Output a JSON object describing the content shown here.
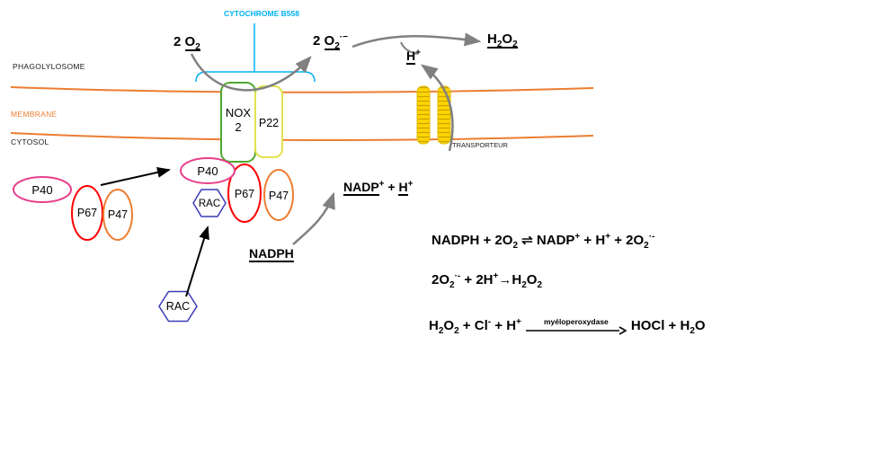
{
  "labels": {
    "cytochrome": "CYTOCHROME B558",
    "phagolysosome": "PHAGOLYLOSOME",
    "membrane": "MEMBRANE",
    "cytosol": "CYTOSOL",
    "transporteur": "TRANSPORTEUR",
    "nox2_line1": "NOX",
    "nox2_line2": "2",
    "p22": "P22",
    "p40_free": "P40",
    "p67_free": "P67",
    "p47_free": "P47",
    "p40_asm": "P40",
    "p67_asm": "P67",
    "p47_asm": "P47",
    "rac_asm": "RAC",
    "rac_free": "RAC",
    "enzyme": "myéloperoxydase"
  },
  "colors": {
    "cyan": "#00B0F0",
    "orange": "#ED7D31",
    "green": "#4EA72E",
    "yellow_outline": "#E3E34D",
    "gold": "#FFD600",
    "gold_dark": "#C9A400",
    "pink": "#E83E8C",
    "red": "#FF0000",
    "rac_blue": "#3A3AB8",
    "gray": "#808080",
    "black": "#000000"
  },
  "formulas": {
    "o2_in": [
      {
        "parts": [
          {
            "v": "2 "
          }
        ]
      },
      {
        "u": 1,
        "parts": [
          {
            "v": "O"
          },
          {
            "v": "2",
            "s": "sub"
          }
        ]
      }
    ],
    "superoxide_top": [
      {
        "parts": [
          {
            "v": "2 "
          }
        ]
      },
      {
        "u": 1,
        "parts": [
          {
            "v": "O"
          },
          {
            "v": "2",
            "s": "sub"
          }
        ]
      },
      {
        "parts": [
          {
            "v": "·−",
            "s": "sup"
          }
        ]
      }
    ],
    "h_plus_top": [
      {
        "u": 1,
        "parts": [
          {
            "v": "H"
          }
        ]
      },
      {
        "parts": [
          {
            "v": "+",
            "s": "sup"
          }
        ]
      }
    ],
    "h2o2_top": [
      {
        "u": 1,
        "parts": [
          {
            "v": "H"
          },
          {
            "v": "2",
            "s": "sub"
          },
          {
            "v": "O"
          },
          {
            "v": "2",
            "s": "sub"
          }
        ]
      }
    ],
    "nadp_h": [
      {
        "u": 1,
        "parts": [
          {
            "v": "NADP"
          }
        ]
      },
      {
        "parts": [
          {
            "v": "+",
            "s": "sup"
          },
          {
            "v": " + "
          }
        ]
      },
      {
        "u": 1,
        "parts": [
          {
            "v": "H"
          }
        ]
      },
      {
        "parts": [
          {
            "v": "+",
            "s": "sup"
          }
        ]
      }
    ],
    "nadph": [
      {
        "u": 1,
        "parts": [
          {
            "v": "NADPH"
          }
        ]
      }
    ],
    "eq1": [
      {
        "parts": [
          {
            "v": "NADPH + 2O"
          },
          {
            "v": "2",
            "s": "sub"
          },
          {
            "v": " ⇌ NADP"
          },
          {
            "v": "+",
            "s": "sup"
          },
          {
            "v": " + H"
          },
          {
            "v": "+",
            "s": "sup"
          },
          {
            "v": " + 2O"
          },
          {
            "v": "2",
            "s": "sub"
          },
          {
            "v": "·-",
            "s": "sup"
          }
        ]
      }
    ],
    "eq2": [
      {
        "parts": [
          {
            "v": "2O"
          },
          {
            "v": "2",
            "s": "sub"
          },
          {
            "v": "·-",
            "s": "sup"
          },
          {
            "v": " + 2H"
          },
          {
            "v": "+",
            "s": "sup"
          },
          {
            "v": "→H"
          },
          {
            "v": "2",
            "s": "sub"
          },
          {
            "v": "O"
          },
          {
            "v": "2",
            "s": "sub"
          }
        ]
      }
    ],
    "eq3_left": [
      {
        "parts": [
          {
            "v": "H"
          },
          {
            "v": "2",
            "s": "sub"
          },
          {
            "v": "O"
          },
          {
            "v": "2",
            "s": "sub"
          },
          {
            "v": " + Cl"
          },
          {
            "v": "-",
            "s": "sup"
          },
          {
            "v": " + H"
          },
          {
            "v": "+",
            "s": "sup"
          }
        ]
      }
    ],
    "eq3_right": [
      {
        "parts": [
          {
            "v": "HOCl + H"
          },
          {
            "v": "2",
            "s": "sub"
          },
          {
            "v": "O"
          }
        ]
      }
    ]
  }
}
